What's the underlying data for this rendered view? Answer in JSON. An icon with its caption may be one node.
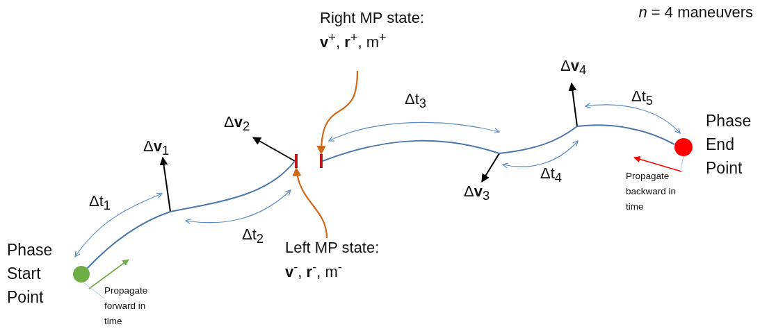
{
  "diagram": {
    "nodes": [
      {
        "text": [],
        "shape": "circle",
        "beside": [
          "Phase Start Point"
        ]
      },
      {
        "text": [],
        "shape": "bar"
      },
      {
        "text": [],
        "shape": "bar"
      },
      {
        "text": [],
        "shape": "circle",
        "beside": [
          "Phase End Point"
        ]
      },
      {
        "text": [
          "Right MP state:",
          "**v**$^{+}$, **r**$^{+}$, m$^{+}$"
        ]
      },
      {
        "text": [
          "Left MP state:",
          "**v**$^{-}$, **r**$^{-}$, m$^{-}$"
        ]
      },
      {
        "text": [
          "Propagate forward in time"
        ]
      },
      {
        "text": [
          "Propagate backward in time"
        ]
      }
    ],
    "edges": [
      {
        "from": 0,
        "to": 1,
        "arrow": "none",
        "color": "#4a78a8"
      },
      {
        "from": 2,
        "to": 3,
        "arrow": "none",
        "color": "#4a78a8"
      },
      {
        "from": 4,
        "to": 2,
        "arrow": "to",
        "color": "#d06a1a"
      },
      {
        "from": 5,
        "to": 1,
        "arrow": "to",
        "color": "#d06a1a"
      },
      {
        "from": 6,
        "to": 0,
        "arrow": "none",
        "color": "#a9c8e8"
      },
      {
        "from": 7,
        "to": 3,
        "arrow": "none",
        "color": "#a9c8e8"
      }
    ],
    "labels": [
      "*n* = 4 maneuvers",
      "Δ**v**$_{4}$",
      "Δ**v**$_{2}$",
      "Δt$_{3}$",
      "Δ**v**$_{1}$",
      "Δt$_{5}$",
      "Δt$_{1}$",
      "Δ**v**$_{3}$",
      "Δt$_{4}$",
      "Δt$_{2}$"
    ]
  }
}
